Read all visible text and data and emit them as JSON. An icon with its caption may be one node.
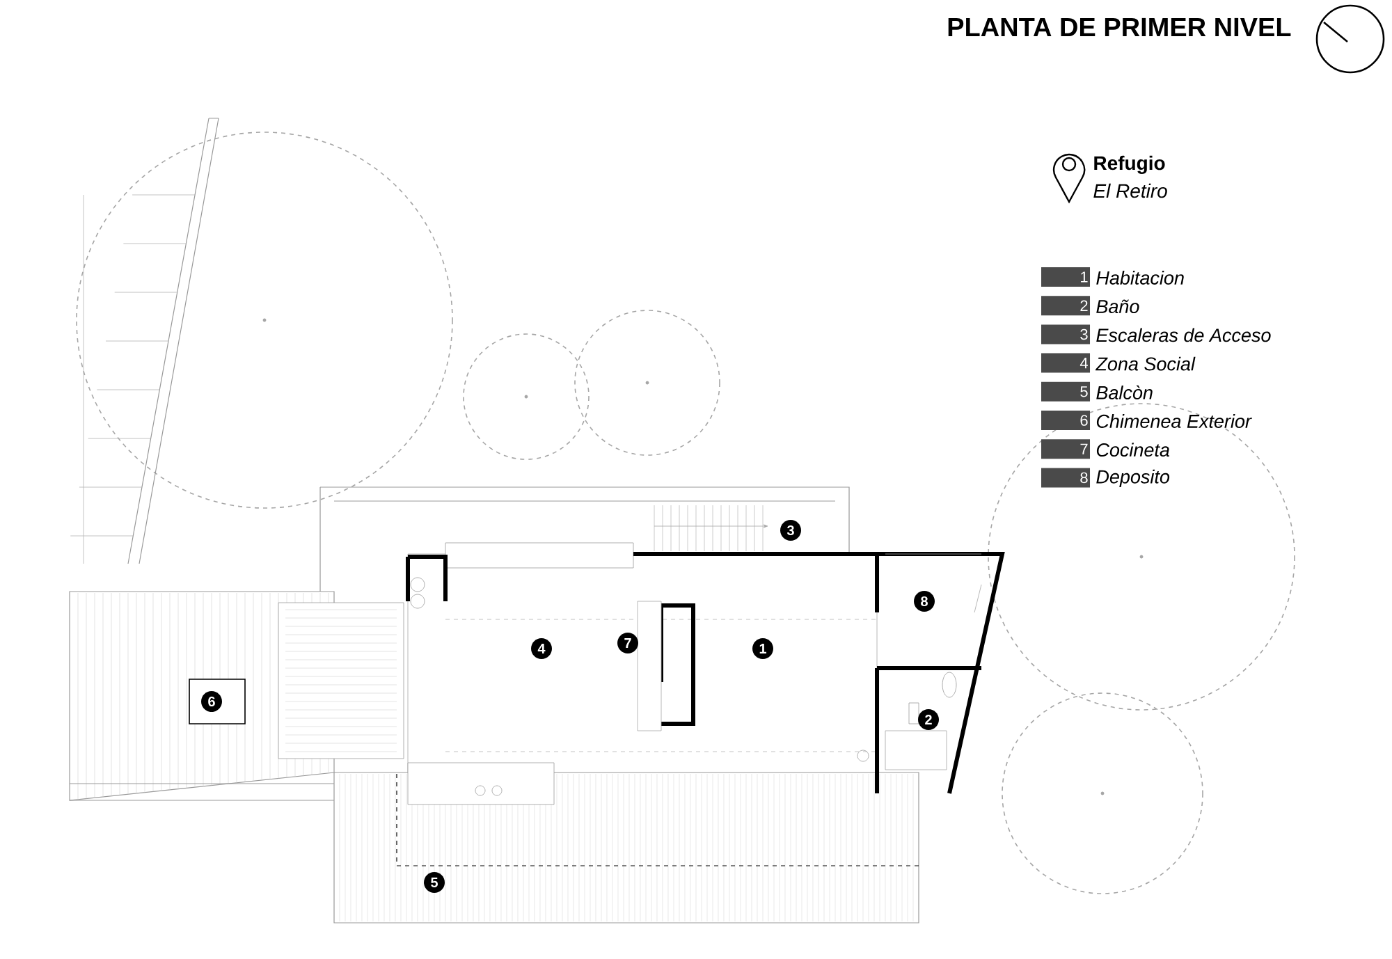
{
  "diagram": {
    "title": "PLANTA DE PRIMER NIVEL",
    "labels": [
      "Refugio",
      "El Retiro",
      "1",
      "2",
      "3",
      "4",
      "5",
      "6",
      "7",
      "8",
      "3",
      "8",
      "4",
      "7",
      "1",
      "6",
      "2",
      "5"
    ],
    "legend": [
      {
        "text": "Habitacion",
        "color": "#4a4a4a"
      },
      {
        "text": "Baño",
        "color": "#4a4a4a"
      },
      {
        "text": "Escaleras de Acceso",
        "color": "#4a4a4a"
      },
      {
        "text": "Zona Social",
        "color": "#4a4a4a"
      },
      {
        "text": "Balcòn",
        "color": "#4a4a4a"
      },
      {
        "text": "Chimenea Exterior",
        "color": "#4a4a4a"
      },
      {
        "text": "Cocineta",
        "color": "#4a4a4a"
      },
      {
        "text": "Deposito",
        "color": "#4a4a4a"
      }
    ]
  }
}
